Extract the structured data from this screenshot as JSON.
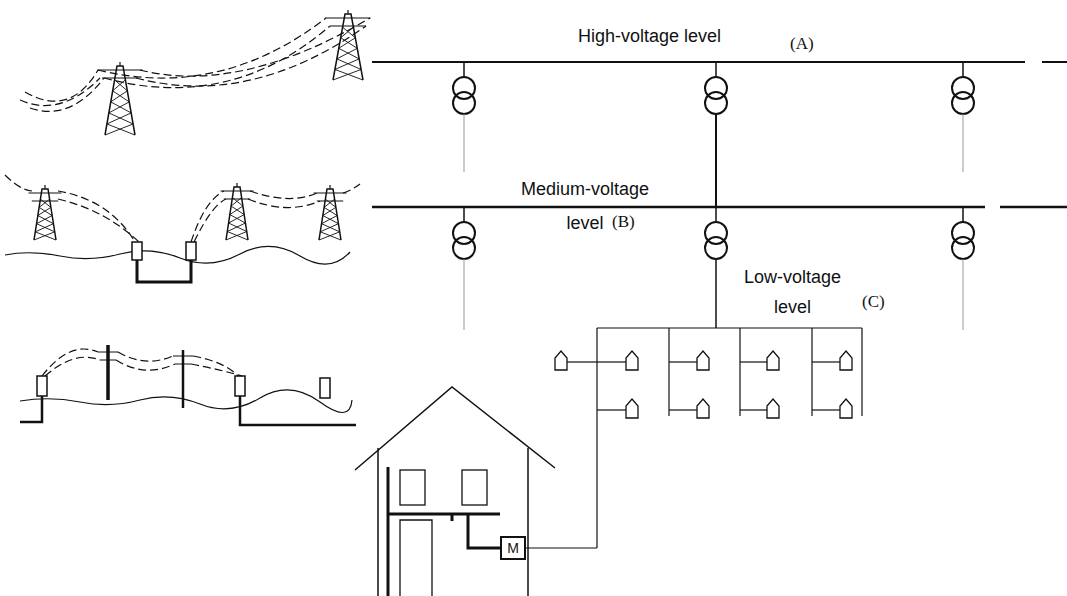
{
  "diagram": {
    "nodes": [
      {
        "text": [
          "M"
        ]
      }
    ],
    "labels": [
      "High-voltage level",
      "(A)",
      "Medium-voltage level",
      "(B)",
      "Low-voltage level",
      "(C)"
    ]
  }
}
